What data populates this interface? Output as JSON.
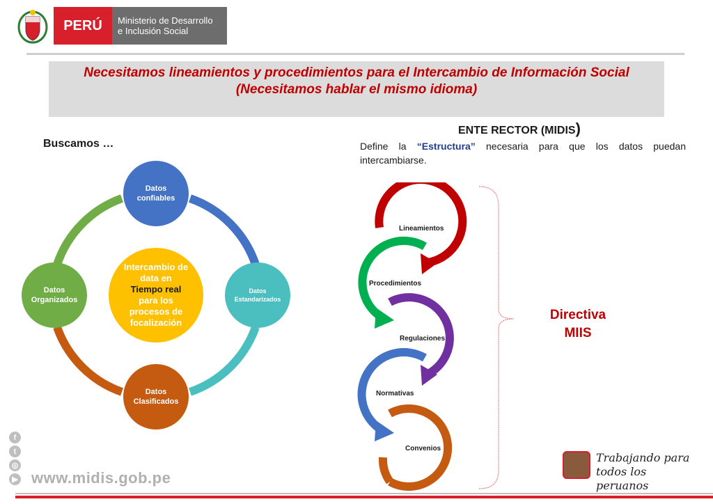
{
  "header": {
    "peru": "PERÚ",
    "ministry_line1": "Ministerio de Desarrollo",
    "ministry_line2": "e Inclusión Social"
  },
  "title": {
    "line1": "Necesitamos lineamientos y procedimientos para el Intercambio de Información Social",
    "line2": "(Necesitamos hablar el mismo idioma)"
  },
  "left": {
    "heading": "Buscamos …",
    "center_line1": "Intercambio de",
    "center_line2": "data en",
    "center_highlight": "Tiempo real",
    "center_line3": "para los",
    "center_line4": "procesos de",
    "center_line5": "focalización",
    "nodes": [
      {
        "line1": "Datos",
        "line2": "confiables"
      },
      {
        "line1": "Datos",
        "line2": "Estandarizados"
      },
      {
        "line1": "Datos",
        "line2": "Clasificados"
      },
      {
        "line1": "Datos",
        "line2": "Organizados"
      }
    ]
  },
  "right": {
    "heading": "ENTE RECTOR (MIDIS",
    "heading_paren": ")",
    "define_prefix": "Define la ",
    "define_quote": "“Estructura”",
    "define_suffix": " necesaria para que los datos puedan intercambiarse.",
    "steps": [
      "Lineamientos",
      "Procedimientos",
      "Regulaciones",
      "Normativas",
      "Convenios"
    ],
    "directiva_line1": "Directiva",
    "directiva_line2": "MIIS"
  },
  "colors": {
    "title_red": "#c00000",
    "node_blue": "#4472c4",
    "node_teal": "#4bbfbf",
    "node_orange": "#c55a11",
    "node_green": "#70ad47",
    "center_yellow": "#ffc000",
    "step_red": "#c00000",
    "step_green": "#00b050",
    "step_purple": "#7030a0",
    "step_blue": "#4472c4",
    "step_orange": "#c55a11"
  },
  "footer": {
    "url": "www.midis.gob.pe",
    "slogan_line1": "Trabajando para",
    "slogan_line2": "todos los peruanos",
    "social_icons": [
      "facebook-icon",
      "twitter-icon",
      "instagram-icon",
      "youtube-icon"
    ]
  }
}
